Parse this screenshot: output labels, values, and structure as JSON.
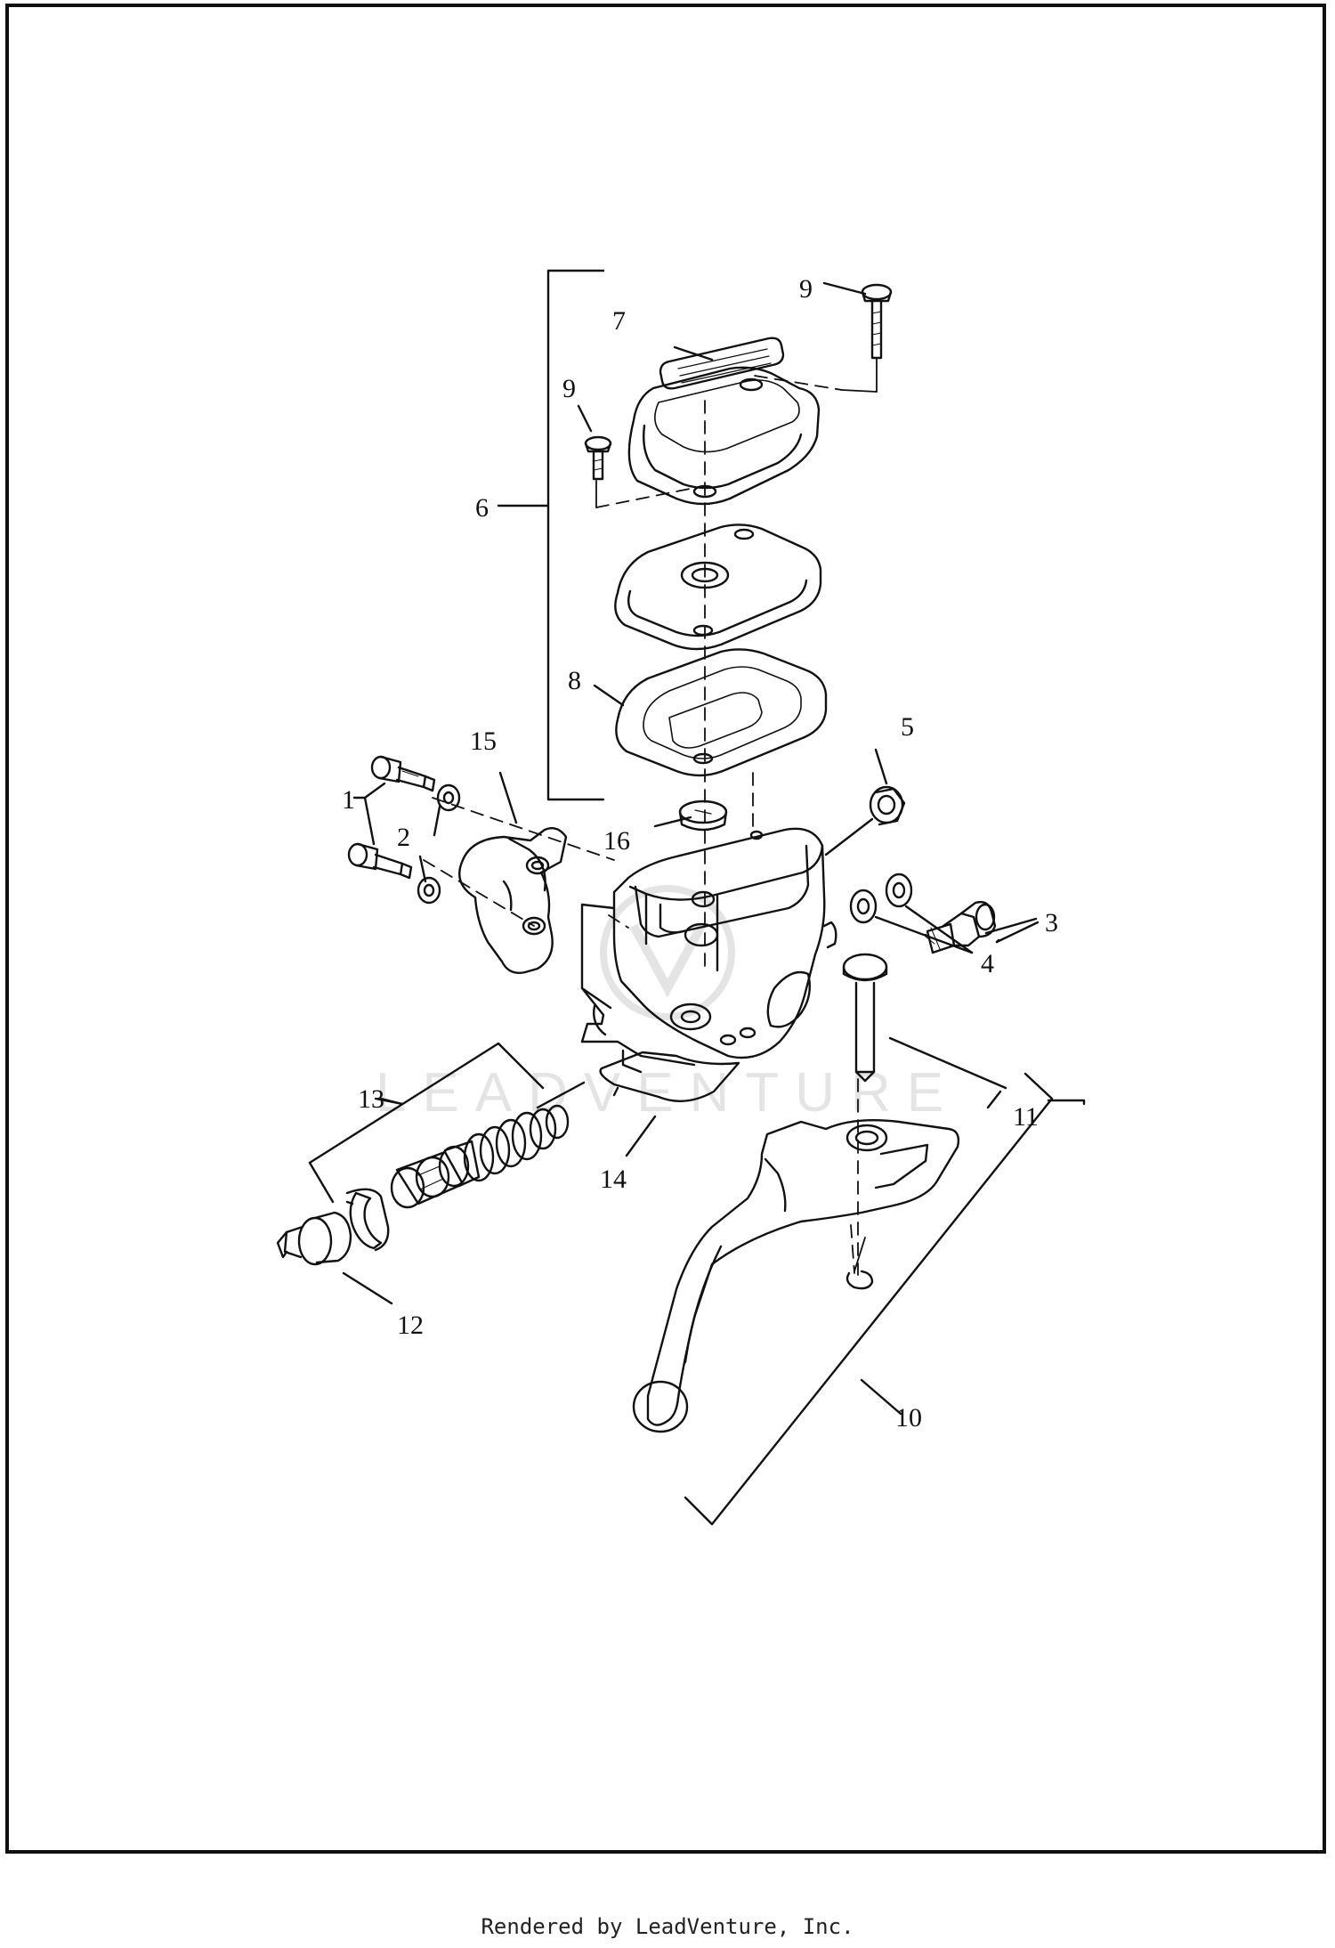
{
  "footer": {
    "credit": "Rendered by LeadVenture, Inc."
  },
  "watermark": {
    "text": "LEADVENTURE"
  },
  "callouts": {
    "c1": "1",
    "c2": "2",
    "c3": "3",
    "c4": "4",
    "c5": "5",
    "c6": "6",
    "c7": "7",
    "c8": "8",
    "c9a": "9",
    "c9b": "9",
    "c10": "10",
    "c11": "11",
    "c12": "12",
    "c13": "13",
    "c14": "14",
    "c15": "15",
    "c16": "16"
  },
  "colors": {
    "line": "#111111",
    "watermark": "#e4e4e4",
    "background": "#ffffff"
  }
}
